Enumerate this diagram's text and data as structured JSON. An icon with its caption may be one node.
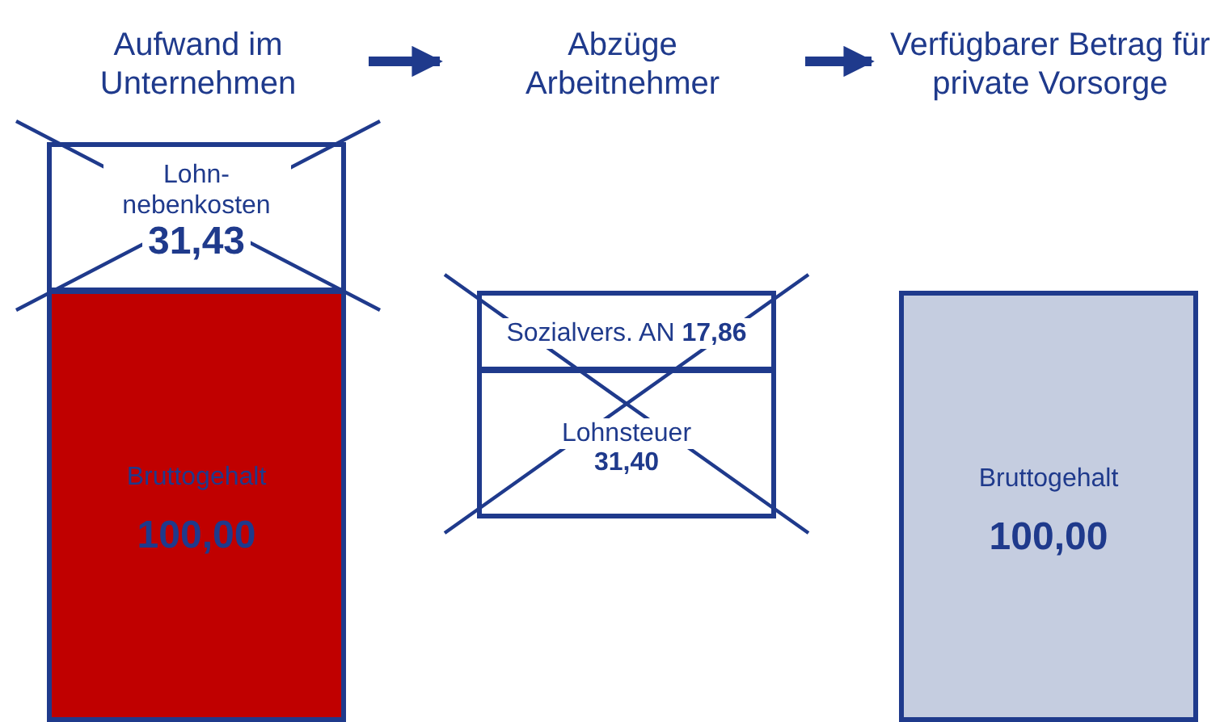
{
  "diagram": {
    "nodes": [
      {
        "text": [
          "Aufwand im Unternehmen"
        ]
      },
      {
        "text": [
          "Abzüge Arbeitnehmer"
        ]
      },
      {
        "text": [
          "Verfügbarer Betrag für private Vorsorge"
        ]
      },
      {
        "text": [
          "Lohn- nebenkosten",
          "31,43"
        ]
      },
      {
        "text": [
          "Bruttogehalt",
          "100,00"
        ]
      },
      {
        "text": [
          "Sozialvers. AN **17,86**"
        ]
      },
      {
        "text": [
          "Lohnsteuer",
          "31,40"
        ]
      },
      {
        "text": [
          "Bruttogehalt",
          "100,00"
        ]
      }
    ],
    "edges": [
      {
        "from": 0,
        "to": 1,
        "arrow": "to"
      },
      {
        "from": 1,
        "to": 2,
        "arrow": "to"
      }
    ]
  }
}
